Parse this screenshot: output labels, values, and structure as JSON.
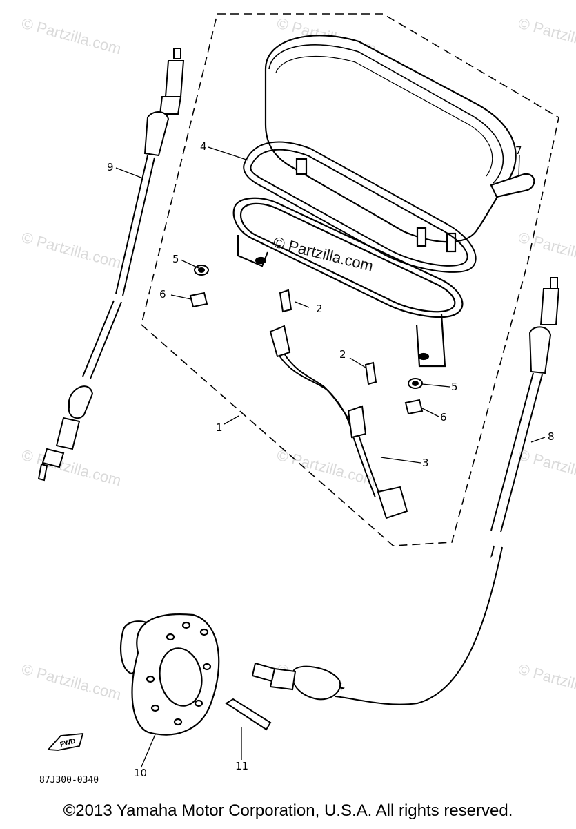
{
  "diagram": {
    "callouts": [
      "1",
      "2",
      "2",
      "3",
      "4",
      "5",
      "5",
      "6",
      "6",
      "7",
      "8",
      "9",
      "10",
      "11"
    ],
    "part_code": "87J300-0340",
    "fwd_label": "FWD",
    "watermark_center": "© Partzilla.com",
    "watermark": "© Partzilla.com"
  },
  "footer": {
    "copyright": "©2013 Yamaha Motor Corporation, U.S.A. All rights reserved."
  }
}
